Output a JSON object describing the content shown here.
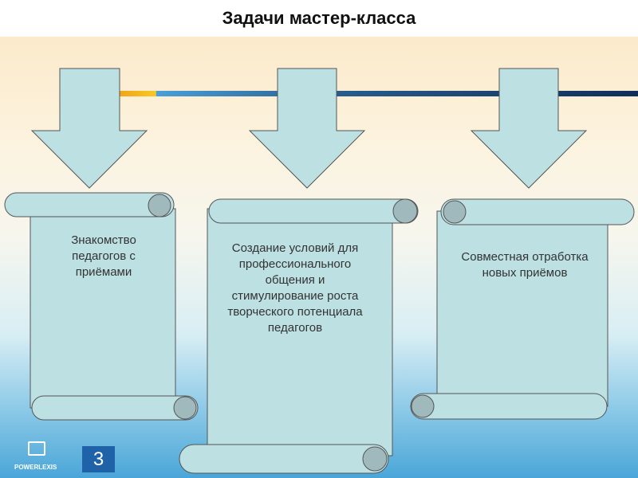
{
  "title": "Задачи мастер-класса",
  "tasks": [
    {
      "text": "Знакомство педагогов с приёмами"
    },
    {
      "text": "Создание условий для профессионального общения и стимулирование роста творческого потенциала педагогов"
    },
    {
      "text": "Совместная отработка новых приёмов"
    }
  ],
  "page_number": "3",
  "logo_text": "POWERLEXIS",
  "colors": {
    "shape_fill": "#bde0e3",
    "curl_fill": "#9fb9bd",
    "page_badge": "#2062a8"
  }
}
